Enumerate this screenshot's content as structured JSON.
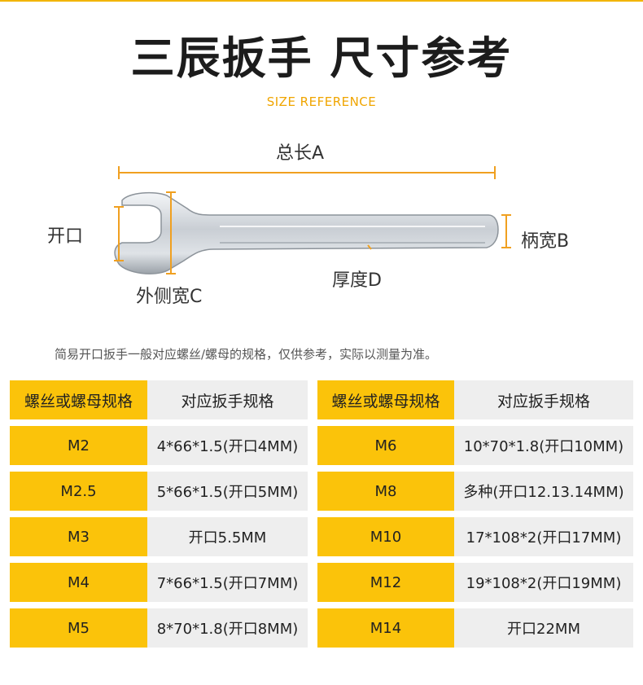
{
  "title": "三辰扳手 尺寸参考",
  "subtitle": "SIZE REFERENCE",
  "diagram": {
    "total_length": "总长A",
    "opening": "开口",
    "handle_width": "柄宽B",
    "thickness": "厚度D",
    "outer_width": "外侧宽C"
  },
  "note": "简易开口扳手一般对应螺丝/螺母的规格，仅供参考，实际以测量为准。",
  "table_left": {
    "header_key": "螺丝或螺母规格",
    "header_val": "对应扳手规格",
    "rows": [
      {
        "key": "M2",
        "val": "4*66*1.5(开口4MM)"
      },
      {
        "key": "M2.5",
        "val": "5*66*1.5(开口5MM)"
      },
      {
        "key": "M3",
        "val": "开口5.5MM"
      },
      {
        "key": "M4",
        "val": "7*66*1.5(开口7MM)"
      },
      {
        "key": "M5",
        "val": "8*70*1.8(开口8MM)"
      }
    ]
  },
  "table_right": {
    "header_key": "螺丝或螺母规格",
    "header_val": "对应扳手规格",
    "rows": [
      {
        "key": "M6",
        "val": "10*70*1.8(开口10MM)"
      },
      {
        "key": "M8",
        "val": "多种(开口12.13.14MM)"
      },
      {
        "key": "M10",
        "val": "17*108*2(开口17MM)"
      },
      {
        "key": "M12",
        "val": "19*108*2(开口19MM)"
      },
      {
        "key": "M14",
        "val": "开口22MM"
      }
    ]
  },
  "colors": {
    "accent": "#fbc30a",
    "subtitle": "#f0a500",
    "measure": "#f0a020",
    "cell_bg": "#eeeeee"
  }
}
